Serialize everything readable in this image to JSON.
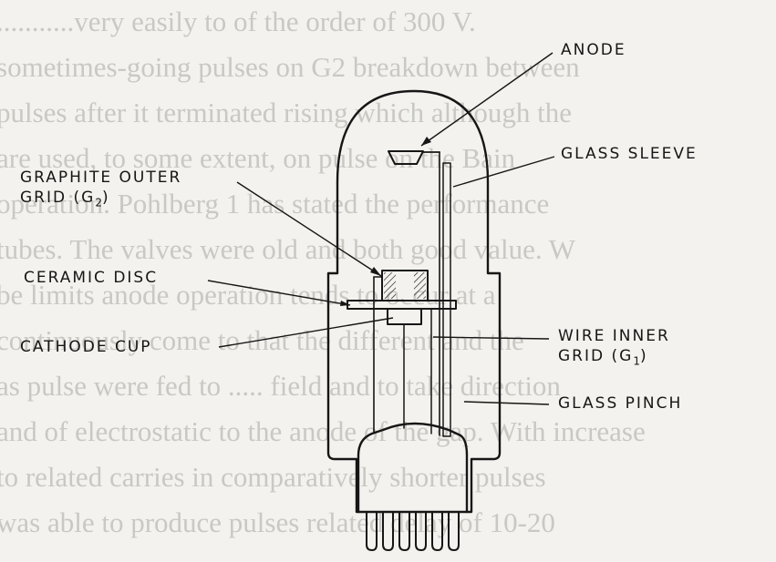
{
  "background_text": [
    "...........very easily to of the order of 300 V.",
    "sometimes-going pulses on G2 breakdown between",
    "pulses after it terminated rising which although the",
    "are used, to some extent, on pulse on the Bain",
    "operation. Pohlberg 1 has stated the performance",
    "tubes. The valves were old and both good value. W",
    "be limits anode operation tends to occur at a",
    "continuously come to that the different and the",
    "as pulse were fed to ..... field and to take direction",
    "and of electrostatic to the anode of the gap. With increase",
    "to related carries in comparatively shorter pulses",
    "was able to produce pulses related delay of 10-20"
  ],
  "labels": {
    "anode": "ANODE",
    "glass_sleeve": "GLASS SLEEVE",
    "graphite_outer_grid_line1": "GRAPHITE OUTER",
    "graphite_outer_grid_line2": "GRID (G",
    "graphite_outer_grid_sub": "2",
    "ceramic_disc": "CERAMIC DISC",
    "cathode_cup": "CATHODE CUP",
    "wire_inner_grid_line1": "WIRE INNER",
    "wire_inner_grid_line2": "GRID (G",
    "wire_inner_grid_sub": "1",
    "glass_pinch": "GLASS PINCH"
  },
  "colors": {
    "ink": "#161616",
    "paper": "#f3f2ee",
    "show_through": "#c9c8c3"
  }
}
